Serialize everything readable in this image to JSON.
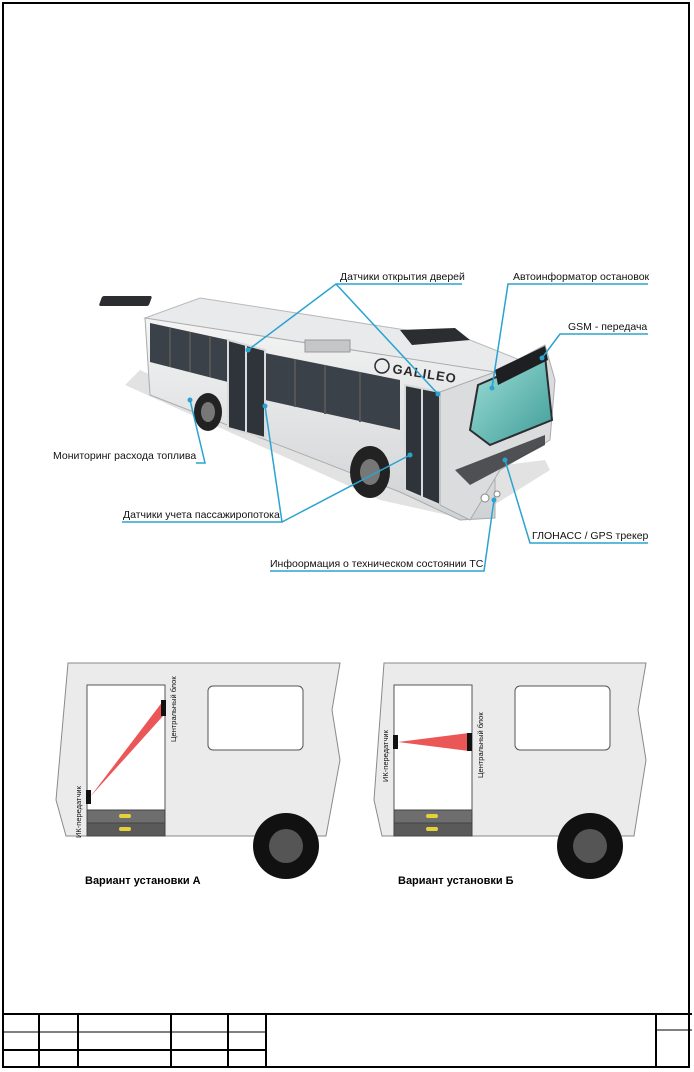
{
  "bus_diagram": {
    "logo_text": "GALILEO",
    "callouts": {
      "door_sensors": "Датчики открытия дверей",
      "stop_announcer": "Автоинформатор остановок",
      "gsm": "GSM - передача",
      "fuel": "Мониторинг расхода топлива",
      "passenger_count": "Датчики учета пассажиропотока",
      "gps": "ГЛОНАСС / GPS трекер",
      "tech_state": "Инфоормация о техническом состоянии ТС"
    },
    "colors": {
      "callout_line": "#2aa3d0",
      "beam": "#e8383a"
    }
  },
  "variants": [
    {
      "caption": "Вариант установки А",
      "transmitter": "ИК-передатчик",
      "central_unit": "Центральный блок"
    },
    {
      "caption": "Вариант установки Б",
      "transmitter": "ИК-передатчик",
      "central_unit": "Центральный блок"
    }
  ]
}
